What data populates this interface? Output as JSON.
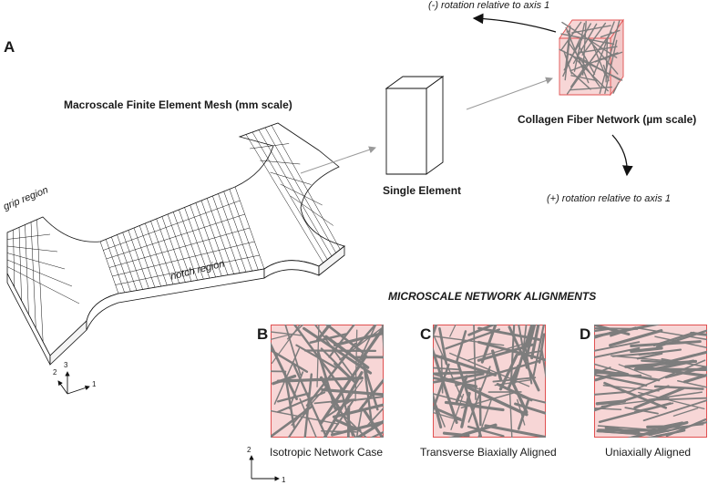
{
  "panel_a": {
    "letter": "A",
    "mesh_title": "Macroscale Finite Element Mesh (mm scale)",
    "grip_label": "grip region",
    "notch_label": "notch region",
    "single_element_label": "Single Element",
    "network_label": "Collagen Fiber Network (µm scale)",
    "neg_rotation": "(-) rotation relative to axis 1",
    "pos_rotation": "(+) rotation relative to axis 1",
    "axes": {
      "a1": "1",
      "a2": "2",
      "a3": "3"
    }
  },
  "micro": {
    "heading": "MICROSCALE NETWORK ALIGNMENTS",
    "panels": [
      {
        "letter": "B",
        "caption": "Isotropic Network Case"
      },
      {
        "letter": "C",
        "caption": "Transverse Biaxially Aligned"
      },
      {
        "letter": "D",
        "caption": "Uniaxially Aligned"
      }
    ],
    "axes": {
      "a1": "1",
      "a2": "2"
    }
  },
  "colors": {
    "fiber_box_fill": "#f7d6d6",
    "fiber_box_edge": "#e05050",
    "fiber": "#8a8a8a",
    "arrow_gray": "#9a9a9a"
  }
}
